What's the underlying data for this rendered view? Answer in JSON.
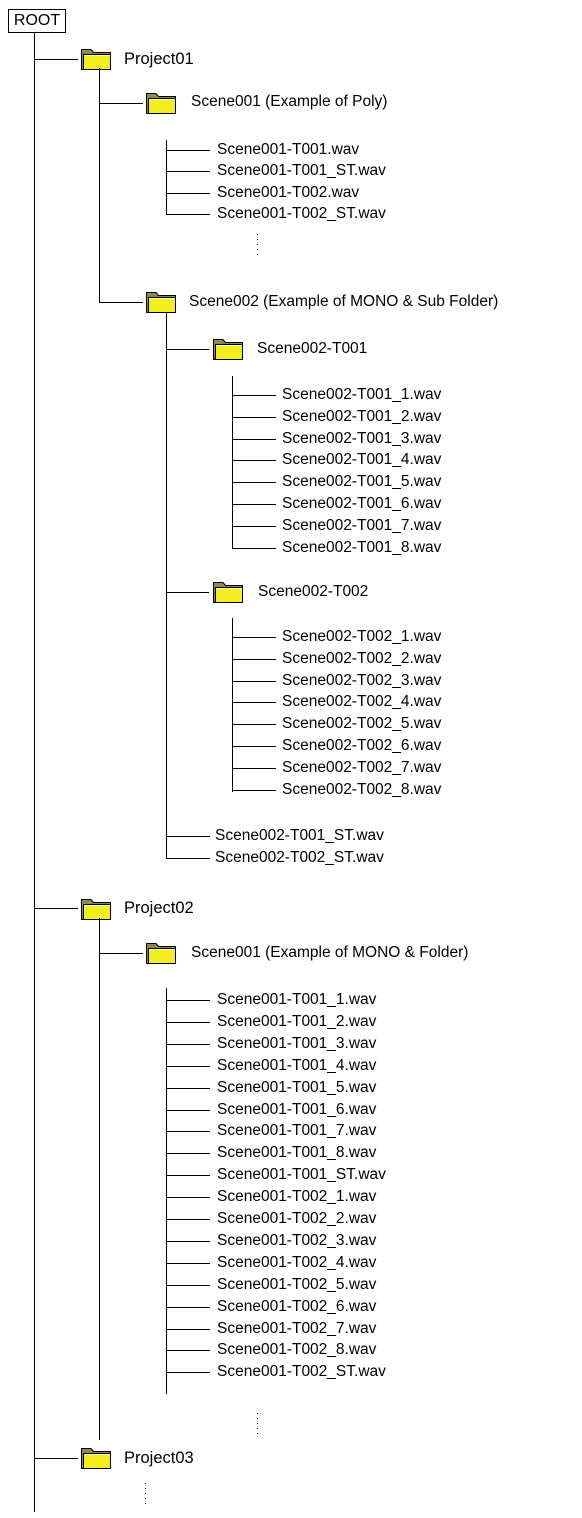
{
  "root": {
    "label": "ROOT"
  },
  "project01": {
    "label": "Project01",
    "scene001": {
      "label": "Scene001 (Example of Poly)",
      "files": [
        "Scene001-T001.wav",
        "Scene001-T001_ST.wav",
        "Scene001-T002.wav",
        "Scene001-T002_ST.wav"
      ]
    },
    "scene002": {
      "label": "Scene002 (Example of MONO & Sub Folder)",
      "t001": {
        "label": "Scene002-T001",
        "files": [
          "Scene002-T001_1.wav",
          "Scene002-T001_2.wav",
          "Scene002-T001_3.wav",
          "Scene002-T001_4.wav",
          "Scene002-T001_5.wav",
          "Scene002-T001_6.wav",
          "Scene002-T001_7.wav",
          "Scene002-T001_8.wav"
        ]
      },
      "t002": {
        "label": "Scene002-T002",
        "files": [
          "Scene002-T002_1.wav",
          "Scene002-T002_2.wav",
          "Scene002-T002_3.wav",
          "Scene002-T002_4.wav",
          "Scene002-T002_5.wav",
          "Scene002-T002_6.wav",
          "Scene002-T002_7.wav",
          "Scene002-T002_8.wav"
        ]
      },
      "files": [
        "Scene002-T001_ST.wav",
        "Scene002-T002_ST.wav"
      ]
    }
  },
  "project02": {
    "label": "Project02",
    "scene001": {
      "label": "Scene001 (Example of MONO & Folder)",
      "files": [
        "Scene001-T001_1.wav",
        "Scene001-T001_2.wav",
        "Scene001-T001_3.wav",
        "Scene001-T001_4.wav",
        "Scene001-T001_5.wav",
        "Scene001-T001_6.wav",
        "Scene001-T001_7.wav",
        "Scene001-T001_8.wav",
        "Scene001-T001_ST.wav",
        "Scene001-T002_1.wav",
        "Scene001-T002_2.wav",
        "Scene001-T002_3.wav",
        "Scene001-T002_4.wav",
        "Scene001-T002_5.wav",
        "Scene001-T002_6.wav",
        "Scene001-T002_7.wav",
        "Scene001-T002_8.wav",
        "Scene001-T002_ST.wav"
      ]
    }
  },
  "project03": {
    "label": "Project03"
  },
  "icons": {
    "folder": "folder-icon",
    "folder_fill": "#f2ee1f",
    "folder_stroke": "#000000"
  }
}
